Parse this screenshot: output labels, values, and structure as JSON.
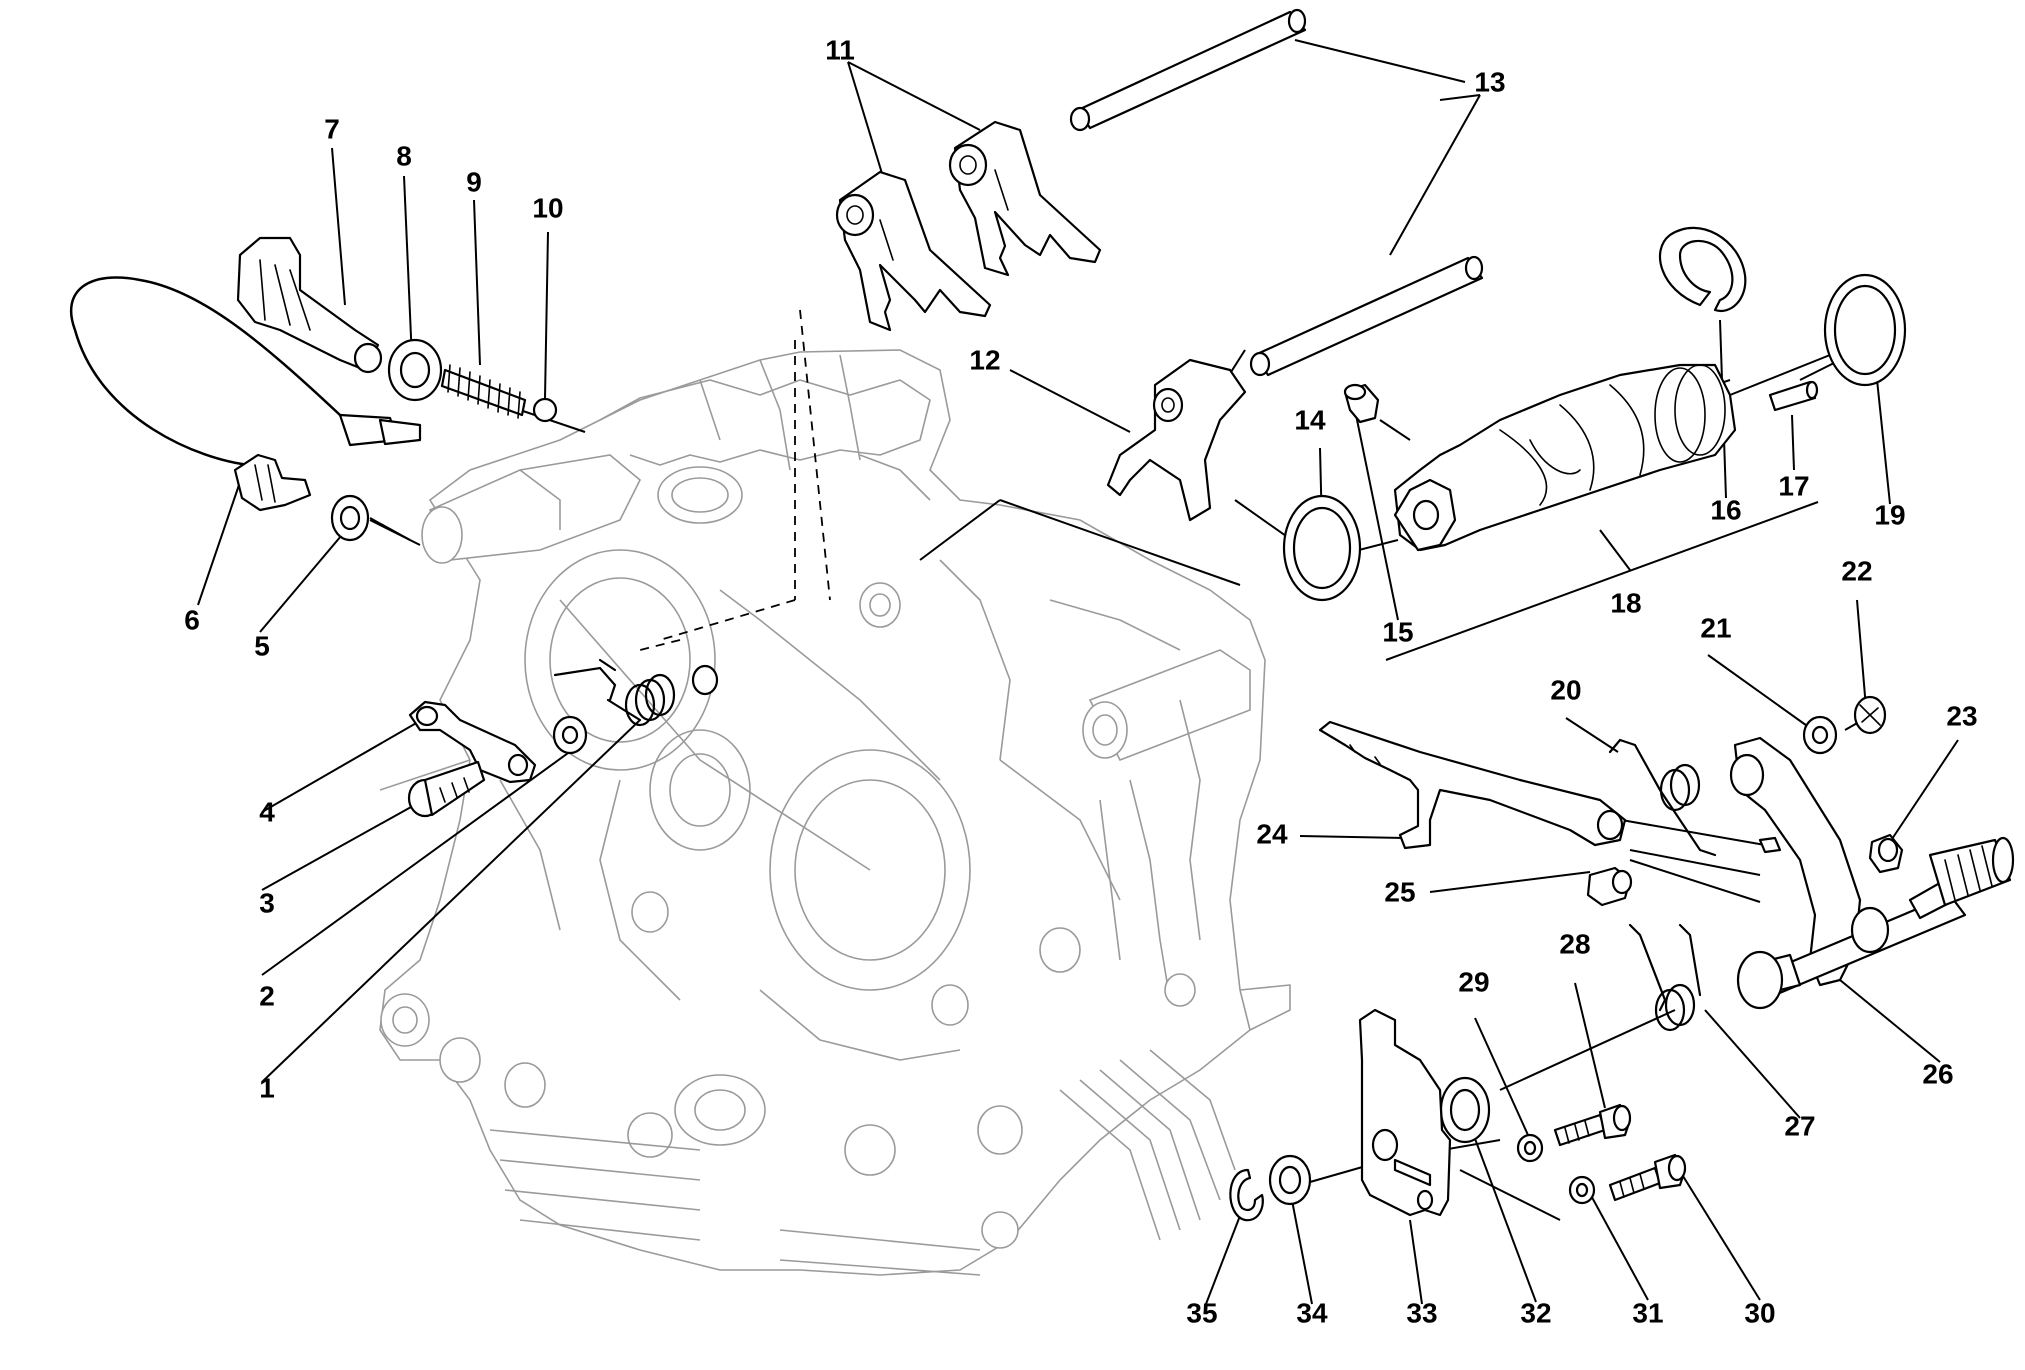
{
  "callouts": [
    {
      "id": "1",
      "part": "spring"
    },
    {
      "id": "2",
      "part": "washer"
    },
    {
      "id": "3",
      "part": "screw"
    },
    {
      "id": "4",
      "part": "plate"
    },
    {
      "id": "5",
      "part": "sealing-washer"
    },
    {
      "id": "6",
      "part": "neutral-sensor"
    },
    {
      "id": "7",
      "part": "plug-screw"
    },
    {
      "id": "8",
      "part": "sealing-washer"
    },
    {
      "id": "9",
      "part": "spring"
    },
    {
      "id": "10",
      "part": "ball"
    },
    {
      "id": "11",
      "part": "selector-forks"
    },
    {
      "id": "12",
      "part": "selector-fork"
    },
    {
      "id": "13",
      "part": "fork-rods"
    },
    {
      "id": "14",
      "part": "shim"
    },
    {
      "id": "15",
      "part": "pin"
    },
    {
      "id": "16",
      "part": "circlip"
    },
    {
      "id": "17",
      "part": "pin"
    },
    {
      "id": "18",
      "part": "selector-drum"
    },
    {
      "id": "19",
      "part": "shim"
    },
    {
      "id": "20",
      "part": "spring"
    },
    {
      "id": "21",
      "part": "washer"
    },
    {
      "id": "22",
      "part": "circlip"
    },
    {
      "id": "23",
      "part": "bush"
    },
    {
      "id": "24",
      "part": "pawl"
    },
    {
      "id": "25",
      "part": "pin"
    },
    {
      "id": "26",
      "part": "gear-selector-shaft"
    },
    {
      "id": "27",
      "part": "spring"
    },
    {
      "id": "28",
      "part": "screw"
    },
    {
      "id": "29",
      "part": "washer"
    },
    {
      "id": "30",
      "part": "screw"
    },
    {
      "id": "31",
      "part": "washer"
    },
    {
      "id": "32",
      "part": "spacer"
    },
    {
      "id": "33",
      "part": "plate"
    },
    {
      "id": "34",
      "part": "washer"
    },
    {
      "id": "35",
      "part": "circlip"
    }
  ]
}
